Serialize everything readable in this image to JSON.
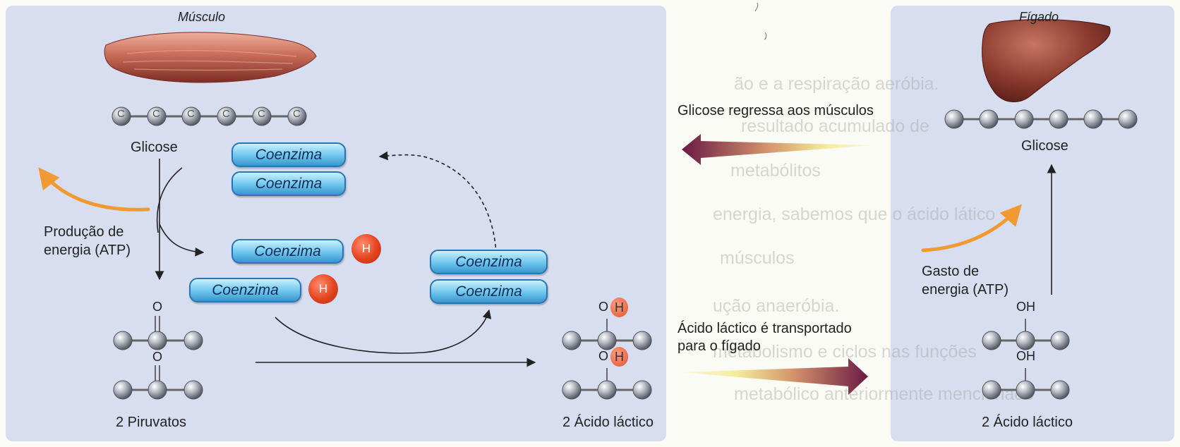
{
  "organs": {
    "muscle_label": "Músculo",
    "liver_label": "Fígado"
  },
  "muscle_panel": {
    "glucose_label": "Glicose",
    "atp_production_label": [
      "Produção de",
      "energia (ATP)"
    ],
    "coenzyme_label": "Coenzima",
    "hydrogen_label": "H",
    "pyruvate_label": "2 Piruvatos",
    "lactic_label": "2 Ácido láctico",
    "oxygen_symbol": "O",
    "carbon_symbol": "C"
  },
  "transport": {
    "to_muscle_label": "Glicose regressa aos músculos",
    "to_liver_label": [
      "Ácido láctico é transportado",
      "para o fígado"
    ]
  },
  "liver_panel": {
    "glucose_label": "Glicose",
    "atp_cost_label": [
      "Gasto de",
      "energia (ATP)"
    ],
    "hydroxyl_label": "OH",
    "lactic_label": "2 Ácido láctico"
  },
  "colors": {
    "panel": "#d7deef",
    "coenzyme": "#68c2eb",
    "hydrogen": "#e4431f",
    "energy_arrow": "#f19a32",
    "transport_arrow": "#7a2048",
    "carbon": "#8d8f97"
  }
}
